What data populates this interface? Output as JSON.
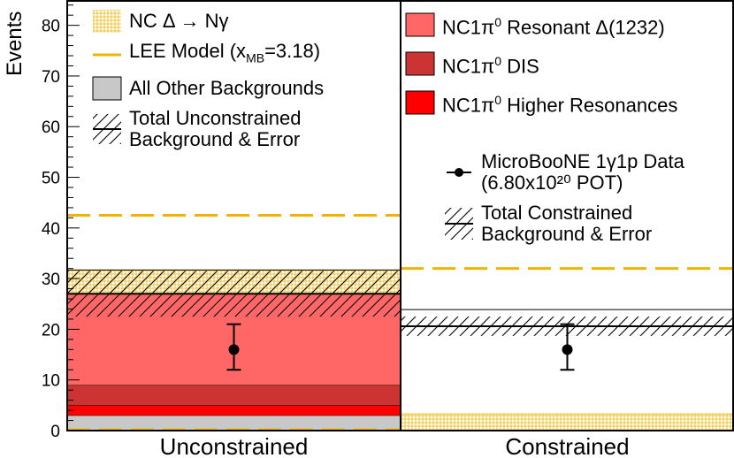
{
  "chart_data": {
    "type": "bar",
    "ylabel": "Events",
    "ylim": [
      0,
      85
    ],
    "yticks": [
      0,
      10,
      20,
      30,
      40,
      50,
      60,
      70,
      80
    ],
    "categories": [
      "Unconstrained",
      "Constrained"
    ],
    "series": [
      {
        "name": "All Other Backgrounds",
        "color": "#c8c8c8",
        "values": [
          3.0,
          0
        ]
      },
      {
        "name": "NC1π⁰ Higher Resonances",
        "color": "#ff0000",
        "values": [
          2.0,
          0
        ]
      },
      {
        "name": "NC1π⁰ DIS",
        "color": "#cc3333",
        "values": [
          4.0,
          0
        ]
      },
      {
        "name": "NC1π⁰ Resonant Δ(1232)",
        "color": "#ff6666",
        "values": [
          18.0,
          0
        ]
      },
      {
        "name": "NC Δ → Nγ",
        "color": "#f0d060",
        "values": [
          4.7,
          3.3
        ]
      }
    ],
    "background_total": [
      27.0,
      20.6
    ],
    "background_error": [
      9.0,
      3.8
    ],
    "signal_total": [
      31.7,
      23.9
    ],
    "lee_model": [
      42.5,
      32.0
    ],
    "data": {
      "name": "MicroBooNE 1γ1p Data",
      "pot": "(6.80x10²⁰ POT)",
      "values": [
        16,
        16
      ],
      "err_up": [
        5.0,
        5.0
      ],
      "err_down": [
        4.0,
        4.0
      ]
    },
    "colors": {
      "lee": "#f0b400",
      "hatch_grid": "#f0c020"
    }
  },
  "legend": {
    "left": [
      {
        "label": "NC Δ → Nγ",
        "icon": "grid-hatch"
      },
      {
        "label": "LEE Model (x",
        "sub": "MB",
        "tail": "=3.18)",
        "icon": "dashed-line"
      },
      {
        "label": "All Other Backgrounds",
        "icon": "gray-box"
      },
      {
        "line1": "Total Unconstrained",
        "line2": "Background & Error",
        "icon": "hatch-line"
      }
    ],
    "right": [
      {
        "pre": "NC1π",
        "sup": "0",
        "post": " Resonant Δ(1232)",
        "icon": "box"
      },
      {
        "pre": "NC1π",
        "sup": "0",
        "post": " DIS",
        "icon": "box"
      },
      {
        "pre": "NC1π",
        "sup": "0",
        "post": " Higher Resonances",
        "icon": "box"
      },
      {
        "line1": "MicroBooNE 1γ1p Data",
        "line2": "(6.80x10²⁰ POT)",
        "icon": "marker"
      },
      {
        "line1": "Total Constrained",
        "line2": "Background & Error",
        "icon": "hatch-line"
      }
    ]
  }
}
